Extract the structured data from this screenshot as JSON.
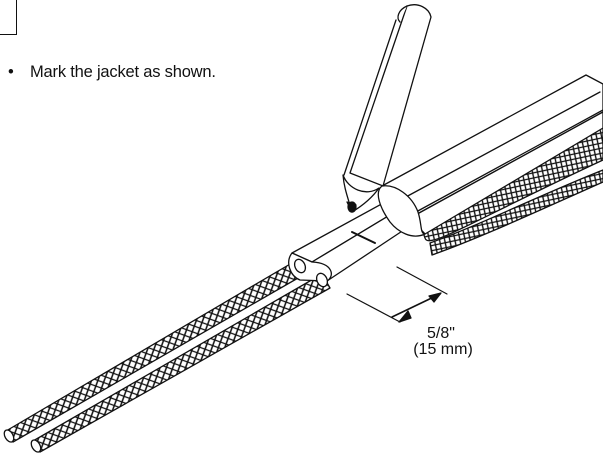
{
  "instruction": {
    "bullet": "•",
    "text": "Mark the jacket as shown."
  },
  "dimension": {
    "imperial": "5/8\"",
    "metric": "(15 mm)"
  }
}
